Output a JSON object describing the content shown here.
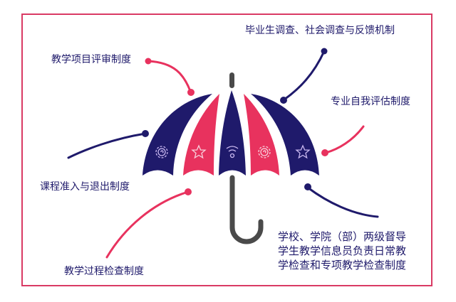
{
  "title": "教学质量保障伞",
  "colors": {
    "navy": "#1f1a6b",
    "pink": "#e8325e",
    "handle": "#4a4a4a",
    "frame": "#d93a64"
  },
  "labels": {
    "graduate_survey": "毕业生调查、社会调查与反馈机制",
    "project_review": "教学项目评审制度",
    "self_assessment": "专业自我评估制度",
    "course_access": "课程准入与退出制度",
    "process_check": "教学过程检查制度",
    "supervision": [
      "学校、学院（部）两级督导",
      "学生教学信息员负责日常教",
      "学检查和专项教学检查制度"
    ]
  },
  "panel_icons": [
    "gear-icon",
    "star-icon",
    "signal-icon",
    "gear-icon",
    "star-icon"
  ]
}
